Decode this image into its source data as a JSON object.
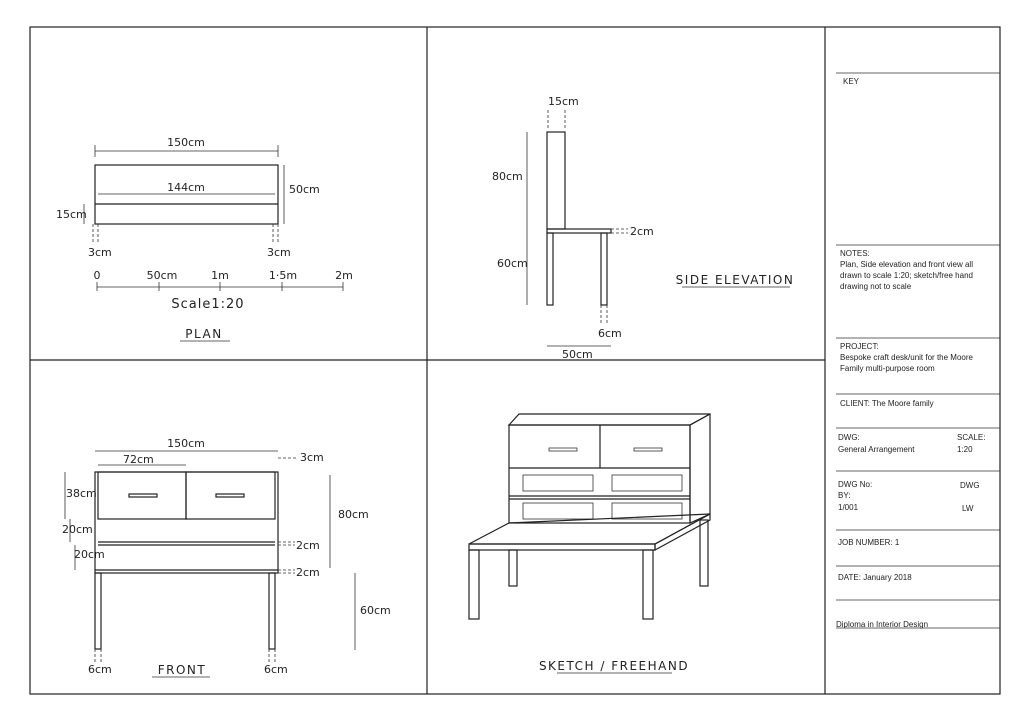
{
  "plan": {
    "title": "PLAN",
    "dim_width": "150cm",
    "dim_inner": "144cm",
    "dim_depth": "50cm",
    "dim_shelf": "15cm",
    "dim_left_leg": "3cm",
    "dim_right_leg": "3cm",
    "scale_ticks": [
      "0",
      "50cm",
      "1m",
      "1·5m",
      "2m"
    ],
    "scale_label": "Scale1:20"
  },
  "side": {
    "title": "SIDE ELEVATION",
    "dim_top": "15cm",
    "dim_upper": "80cm",
    "dim_lower": "60cm",
    "dim_desk": "2cm",
    "dim_leg": "6cm",
    "dim_width": "50cm"
  },
  "front": {
    "title": "FRONT",
    "dim_width": "150cm",
    "dim_drawer": "72cm",
    "dim_side": "3cm",
    "dim_drawer_h": "38cm",
    "dim_gap1": "20cm",
    "dim_gap2": "20cm",
    "dim_shelf": "2cm",
    "dim_desk": "2cm",
    "dim_upper": "80cm",
    "dim_lower": "60cm",
    "dim_leg_l": "6cm",
    "dim_leg_r": "6cm"
  },
  "sketch": {
    "title": "SKETCH / FREEHAND"
  },
  "title_block": {
    "key_label": "KEY",
    "notes_label": "NOTES:",
    "notes_text": "Plan, Side elevation and front view all drawn to scale 1:20; sketch/free hand drawing not to scale",
    "project_label": "PROJECT:",
    "project_text": "Bespoke craft desk/unit for the Moore Family multi-purpose room",
    "client_text": "CLIENT: The Moore family",
    "dwg_label": "DWG:",
    "dwg_value": "General Arrangement",
    "scale_label": "SCALE:",
    "scale_value": "1:20",
    "dwgno_label": "DWG No:",
    "by_label": "BY:",
    "dwgno_value": "1/001",
    "dwg2_label": "DWG",
    "by_value": "LW",
    "job_text": "JOB NUMBER: 1",
    "date_text": "DATE: January 2018",
    "diploma_text": "Diploma in Interior Design"
  }
}
